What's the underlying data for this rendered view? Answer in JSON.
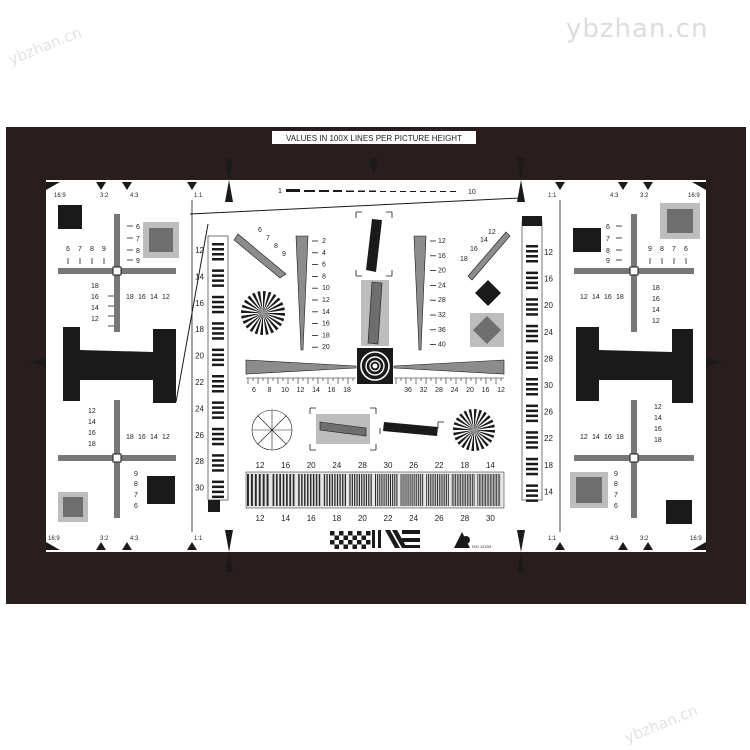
{
  "watermark": {
    "text": "ybzhan.cn",
    "text_alt": "ybzhan.cn"
  },
  "chart": {
    "header": "VALUES IN 100X LINES PER PICTURE HEIGHT",
    "aspect_left": [
      "16:9",
      "3:2",
      "4:3",
      "1:1"
    ],
    "aspect_right": [
      "1:1",
      "4:3",
      "3:2",
      "16:9"
    ],
    "scale_top": {
      "start": "1",
      "end": "10"
    },
    "cross_tl": {
      "left_nums": [
        "6",
        "7",
        "8",
        "9"
      ],
      "right_nums": [
        "6",
        "7",
        "8",
        "9"
      ],
      "bottom_nums": [
        "18",
        "16",
        "14",
        "12"
      ],
      "side_nums": [
        "18",
        "16",
        "14",
        "12"
      ]
    },
    "cross_tr": {
      "left_nums": [
        "9",
        "8",
        "7",
        "6"
      ],
      "right_nums": [
        "6",
        "7",
        "8",
        "9"
      ],
      "bottom_nums": [
        "12",
        "14",
        "16",
        "18"
      ],
      "side_nums": [
        "18",
        "16",
        "14",
        "12"
      ]
    },
    "cross_bl": {
      "side_nums": [
        "12",
        "14",
        "16",
        "18"
      ],
      "bottom_nums": [
        "18",
        "16",
        "14",
        "12"
      ],
      "lower_nums": [
        "9",
        "8",
        "7",
        "6"
      ]
    },
    "cross_br": {
      "side_nums": [
        "12",
        "14",
        "16",
        "18"
      ],
      "bottom_nums": [
        "12",
        "14",
        "16",
        "18"
      ],
      "lower_nums": [
        "9",
        "8",
        "7",
        "6"
      ]
    },
    "left_col_nums": [
      "12",
      "14",
      "16",
      "18",
      "20",
      "22",
      "24",
      "26",
      "28",
      "30"
    ],
    "right_col_nums": [
      "12",
      "16",
      "20",
      "24",
      "28",
      "30",
      "26",
      "22",
      "18",
      "14"
    ],
    "wedge_a": [
      "6",
      "7",
      "8",
      "9"
    ],
    "wedge_a_scale": [
      "2",
      "4",
      "6",
      "8",
      "10",
      "12",
      "14",
      "16",
      "18",
      "20"
    ],
    "wedge_b": [
      "12",
      "14",
      "16",
      "18"
    ],
    "wedge_b_scale": [
      "12",
      "16",
      "20",
      "24",
      "28",
      "32",
      "36",
      "40"
    ],
    "horiz_left": [
      "6",
      "8",
      "10",
      "12",
      "14",
      "16",
      "18"
    ],
    "horiz_right": [
      "36",
      "32",
      "28",
      "24",
      "20",
      "16",
      "12"
    ],
    "bottom_top_nums": [
      "12",
      "16",
      "20",
      "24",
      "28",
      "30",
      "26",
      "22",
      "18",
      "14"
    ],
    "bottom_bot_nums": [
      "12",
      "14",
      "16",
      "18",
      "20",
      "22",
      "24",
      "26",
      "28",
      "30"
    ],
    "footer_small": "ISO 12233"
  },
  "colors": {
    "frame": "#2a1d1d",
    "ink": "#1a1a1a",
    "gray": "#8c8c8c"
  }
}
